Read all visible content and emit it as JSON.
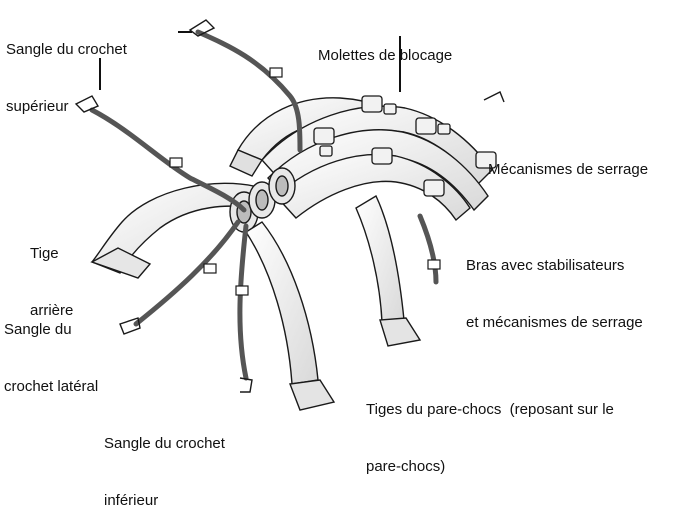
{
  "labels": {
    "top_hook_strap": [
      "Sangle du crochet",
      "supérieur"
    ],
    "lock_knobs": [
      "Molettes de blocage"
    ],
    "clamp_mechanisms": [
      "Mécanismes de serrage"
    ],
    "rear_leg": [
      "Tige",
      "arrière"
    ],
    "arms": [
      "Bras avec stabilisateurs",
      "et mécanismes de serrage"
    ],
    "side_hook_strap": [
      "Sangle du",
      "crochet latéral"
    ],
    "bumper_legs": [
      "Tiges du pare-chocs  (reposant sur le",
      "pare-chocs)"
    ],
    "bottom_hook_strap": [
      "Sangle du crochet",
      "inférieur"
    ]
  },
  "colors": {
    "line": "#1a1a1a",
    "strap": "#555555",
    "frame": "#ffffff",
    "shade": "#cfcfcf"
  }
}
